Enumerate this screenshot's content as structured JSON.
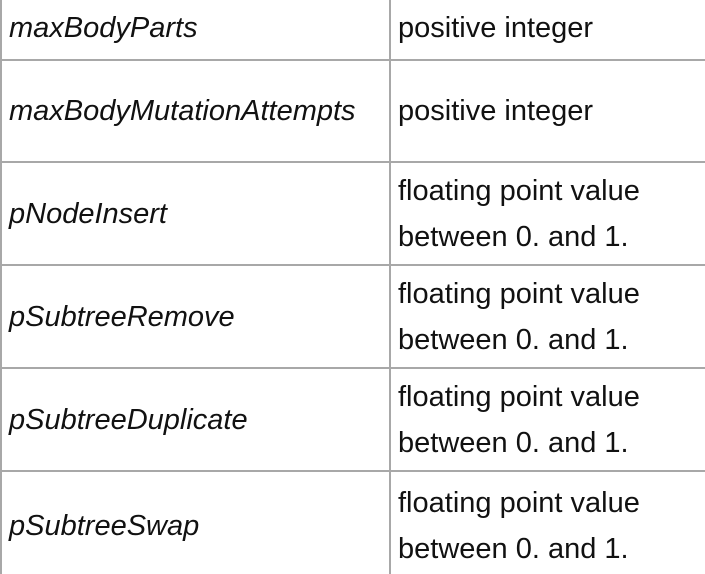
{
  "table": {
    "rows": [
      {
        "name": "maxBodyParts",
        "type": [
          "positive integer"
        ]
      },
      {
        "name": "maxBodyMutationAttempts",
        "type": [
          "positive integer"
        ]
      },
      {
        "name": "pNodeInsert",
        "type": [
          "floating point value",
          "between 0. and 1."
        ]
      },
      {
        "name": "pSubtreeRemove",
        "type": [
          "floating point value",
          "between 0. and 1."
        ]
      },
      {
        "name": "pSubtreeDuplicate",
        "type": [
          "floating point value",
          "between 0. and 1."
        ]
      },
      {
        "name": "pSubtreeSwap",
        "type": [
          "floating point value",
          "between 0. and 1."
        ]
      }
    ]
  }
}
